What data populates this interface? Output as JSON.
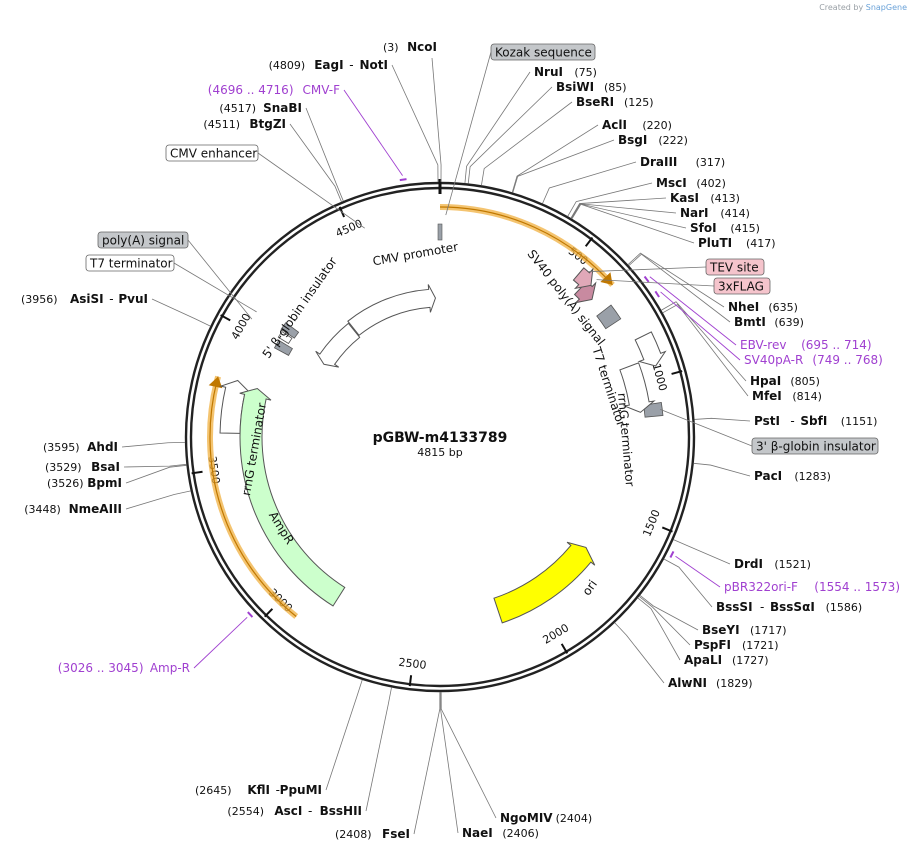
{
  "credit": {
    "prefix": "Created by",
    "brand": "SnapGene"
  },
  "plasmid": {
    "name": "pGBW-m4133789",
    "length": "4815 bp"
  },
  "ticks": [
    "500",
    "1000",
    "1500",
    "2000",
    "2500",
    "3000",
    "3500",
    "4000",
    "4500"
  ],
  "enzymes": [
    {
      "id": "ncoi",
      "pos": "(3)",
      "name": "NcoI",
      "side": "L"
    },
    {
      "id": "eagi-noti",
      "pos": "(4809)",
      "name": "EagI",
      "name2": "NotI",
      "side": "L"
    },
    {
      "id": "snabi",
      "pos": "(4517)",
      "name": "SnaBI",
      "side": "L"
    },
    {
      "id": "btgzi",
      "pos": "(4511)",
      "name": "BtgZI",
      "side": "L"
    },
    {
      "id": "asisi-pvui",
      "pos": "(3956)",
      "name": "AsiSI",
      "name2": "PvuI",
      "side": "L"
    },
    {
      "id": "ahdi",
      "pos": "(3595)",
      "name": "AhdI",
      "side": "L"
    },
    {
      "id": "bsai",
      "pos": "(3529)",
      "name": "BsaI",
      "side": "L"
    },
    {
      "id": "bpmi",
      "pos": "(3526)",
      "name": "BpmI",
      "side": "L"
    },
    {
      "id": "nmeaiii",
      "pos": "(3448)",
      "name": "NmeAIII",
      "side": "L"
    },
    {
      "id": "kfli-ppumi",
      "pos": "(2645)",
      "name": "KflI",
      "name2": "PpuMI",
      "side": "L"
    },
    {
      "id": "asci-bsshii",
      "pos": "(2554)",
      "name": "AscI",
      "name2": "BssHII",
      "side": "L"
    },
    {
      "id": "fsei",
      "pos": "(2408)",
      "name": "FseI",
      "side": "L"
    },
    {
      "id": "nrui",
      "pos": "(75)",
      "name": "NruI",
      "side": "R"
    },
    {
      "id": "bsiwi",
      "pos": "(85)",
      "name": "BsiWI",
      "side": "R"
    },
    {
      "id": "bseri",
      "pos": "(125)",
      "name": "BseRI",
      "side": "R"
    },
    {
      "id": "acli",
      "pos": "(220)",
      "name": "AclI",
      "side": "R"
    },
    {
      "id": "bsgi",
      "pos": "(222)",
      "name": "BsgI",
      "side": "R"
    },
    {
      "id": "draiii",
      "pos": "(317)",
      "name": "DraIII",
      "side": "R"
    },
    {
      "id": "msci",
      "pos": "(402)",
      "name": "MscI",
      "side": "R"
    },
    {
      "id": "kasi",
      "pos": "(413)",
      "name": "KasI",
      "side": "R"
    },
    {
      "id": "nari",
      "pos": "(414)",
      "name": "NarI",
      "side": "R"
    },
    {
      "id": "sfoi",
      "pos": "(415)",
      "name": "SfoI",
      "side": "R"
    },
    {
      "id": "pluti",
      "pos": "(417)",
      "name": "PluTI",
      "side": "R"
    },
    {
      "id": "nhei",
      "pos": "(635)",
      "name": "NheI",
      "side": "R"
    },
    {
      "id": "bmti",
      "pos": "(639)",
      "name": "BmtI",
      "side": "R"
    },
    {
      "id": "hpai",
      "pos": "(805)",
      "name": "HpaI",
      "side": "R"
    },
    {
      "id": "mfei",
      "pos": "(814)",
      "name": "MfeI",
      "side": "R"
    },
    {
      "id": "psti-sbfi",
      "pos": "(1151)",
      "name": "PstI",
      "name2": "SbfI",
      "side": "R"
    },
    {
      "id": "paci",
      "pos": "(1283)",
      "name": "PacI",
      "side": "R"
    },
    {
      "id": "drdi",
      "pos": "(1521)",
      "name": "DrdI",
      "side": "R"
    },
    {
      "id": "bsssi",
      "pos": "(1586)",
      "name": "BssSI",
      "name2": "BssSαI",
      "side": "R"
    },
    {
      "id": "bseyi",
      "pos": "(1717)",
      "name": "BseYI",
      "side": "R"
    },
    {
      "id": "pspfi",
      "pos": "(1721)",
      "name": "PspFI",
      "side": "R"
    },
    {
      "id": "apali",
      "pos": "(1727)",
      "name": "ApaLI",
      "side": "R"
    },
    {
      "id": "alwni",
      "pos": "(1829)",
      "name": "AlwNI",
      "side": "R"
    },
    {
      "id": "ngomiv",
      "pos": "(2404)",
      "name": "NgoMIV",
      "side": "R"
    },
    {
      "id": "naei",
      "pos": "(2406)",
      "name": "NaeI",
      "side": "R"
    }
  ],
  "primers": [
    {
      "id": "cmv-f",
      "range": "(4696 .. 4716)",
      "name": "CMV-F"
    },
    {
      "id": "ebv-rev",
      "range": "(695 .. 714)",
      "name": "EBV-rev"
    },
    {
      "id": "sv40pa-r",
      "range": "(749 .. 768)",
      "name": "SV40pA-R"
    },
    {
      "id": "pbr322ori-f",
      "range": "(1554 .. 1573)",
      "name": "pBR322ori-F"
    },
    {
      "id": "amp-r",
      "range": "(3026 .. 3045)",
      "name": "Amp-R"
    }
  ],
  "tags": [
    {
      "id": "kozak",
      "label": "Kozak sequence",
      "style": "gray"
    },
    {
      "id": "tev",
      "label": "TEV site",
      "style": "pink"
    },
    {
      "id": "flag",
      "label": "3xFLAG",
      "style": "pink"
    },
    {
      "id": "globin3",
      "label": "3' β-globin insulator",
      "style": "gray"
    },
    {
      "id": "cmvenh",
      "label": "CMV enhancer",
      "style": "white"
    },
    {
      "id": "polya",
      "label": "poly(A) signal",
      "style": "gray"
    },
    {
      "id": "t7term",
      "label": "T7 terminator",
      "style": "white"
    }
  ],
  "features": [
    {
      "id": "cmv-promoter",
      "label": "CMV promoter"
    },
    {
      "id": "sv40",
      "label": "SV40 poly(A) signal"
    },
    {
      "id": "t7",
      "label": "T7 terminator"
    },
    {
      "id": "rrnb",
      "label": "rrnG terminator"
    },
    {
      "id": "ori",
      "label": "ori"
    },
    {
      "id": "ampr",
      "label": "AmpR"
    },
    {
      "id": "rrnb2",
      "label": "rrnG terminator"
    },
    {
      "id": "globin5",
      "label": "5' β-globin insulator"
    }
  ],
  "colors": {
    "backbone": "#222222",
    "orf": "#f0b040",
    "ori": "#ffff00",
    "ampr": "#ccffcc",
    "gray": "#a8acb0",
    "pink": "#f0c0c8",
    "primer": "#a040d0",
    "grayfeat": "#9aa0a8",
    "promoter": "#ffffff"
  }
}
